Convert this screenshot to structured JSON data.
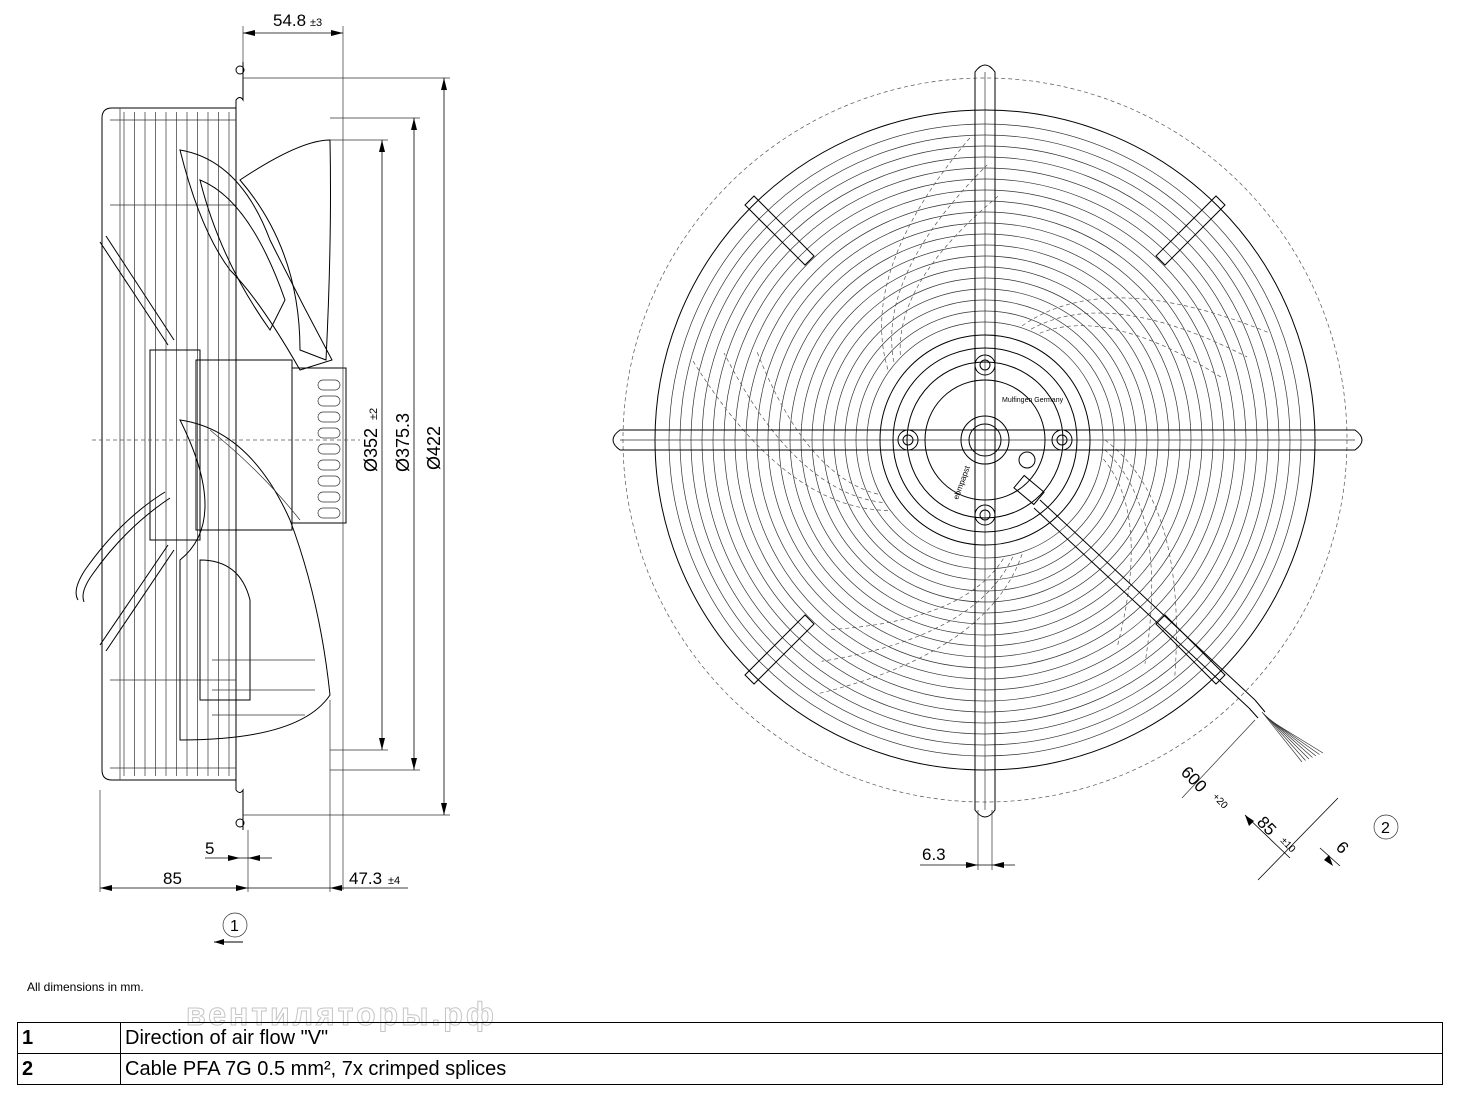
{
  "dimensions": {
    "top_offset_value": "54.8",
    "top_offset_tol": "±3",
    "dia_352_value": "Ø352",
    "dia_352_tol": "±2",
    "dia_375": "Ø375.3",
    "dia_422": "Ø422",
    "dim_5": "5",
    "dim_85_left": "85",
    "dim_47_value": "47.3",
    "dim_47_tol": "±4",
    "dim_6_3": "6.3",
    "cable_600_value": "600",
    "cable_600_tol": "+20",
    "cable_85_value": "85",
    "cable_85_tol": "±10",
    "cable_6": "6"
  },
  "callouts": {
    "one": "1",
    "two": "2"
  },
  "note": "All dimensions in mm.",
  "watermark": "вентиляторы.рф",
  "legend": [
    {
      "num": "1",
      "text": "Direction of air flow \"V\""
    },
    {
      "num": "2",
      "text": "Cable PFA 7G 0.5 mm², 7x crimped splices"
    }
  ],
  "hub_labels": {
    "brand": "ebmpapst",
    "origin": "Mulfingen Germany"
  }
}
